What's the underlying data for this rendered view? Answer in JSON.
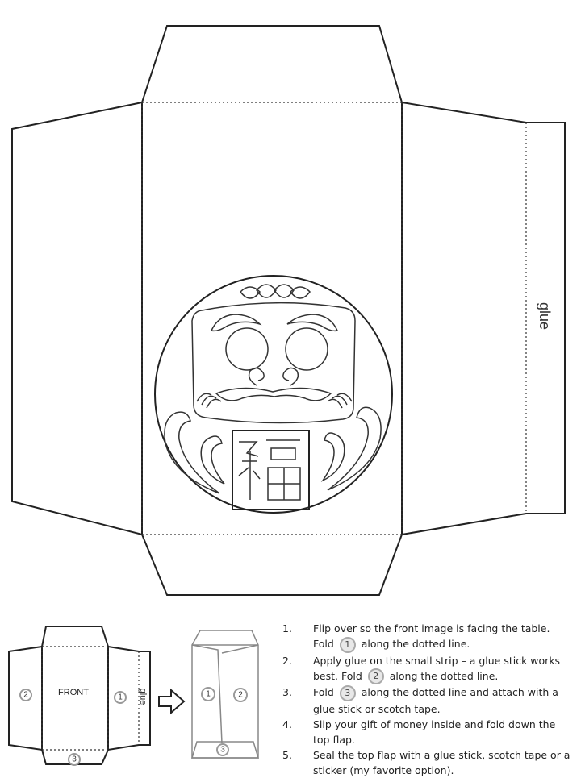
{
  "template": {
    "glue_label": "glue"
  },
  "mini_diagram": {
    "front_label": "FRONT",
    "glue_label": "glue",
    "fold_markers": [
      "1",
      "2",
      "3"
    ]
  },
  "instructions": [
    {
      "num": "1.",
      "parts": [
        "Flip over so the front image is facing the table. Fold ",
        "1",
        " along the dotted line."
      ]
    },
    {
      "num": "2.",
      "parts": [
        "Apply glue on the small strip – a glue stick works best.  Fold ",
        "2",
        " along the dotted line."
      ]
    },
    {
      "num": "3.",
      "parts": [
        "Fold ",
        "3",
        " along the dotted line and attach with a glue stick or scotch tape."
      ]
    },
    {
      "num": "4.",
      "parts": [
        "Slip your gift of money inside and fold down the top flap."
      ]
    },
    {
      "num": "5.",
      "parts": [
        "Seal the top flap with a glue stick, scotch tape or a sticker (my favorite option)."
      ]
    }
  ]
}
